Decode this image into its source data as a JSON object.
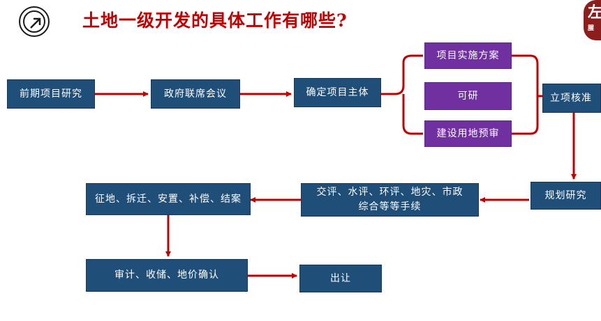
{
  "title": "土地一级开发的具体工作有哪些?",
  "badge": {
    "text": "左",
    "sub": "腥"
  },
  "logo": {
    "icon": "arrow-circle-icon"
  },
  "colors": {
    "box_blue": "#1f4e79",
    "box_purple": "#7030a0",
    "arrow": "#c00000",
    "title": "#c00000"
  },
  "nodes": {
    "preliminary_research": "前期项目研究",
    "govt_meeting": "政府联席会议",
    "confirm_entity": "确定项目主体",
    "implementation_plan": "项目实施方案",
    "feasibility": "可研",
    "land_pre_approval": "建设用地预审",
    "project_approval": "立项核准",
    "planning_research": "规划研究",
    "permits": "交评、水评、环评、地灾、市政综合等等手续",
    "acquisition": "征地、拆迁、安置、补偿、结案",
    "audit": "审计、收储、地价确认",
    "transfer": "出让"
  }
}
